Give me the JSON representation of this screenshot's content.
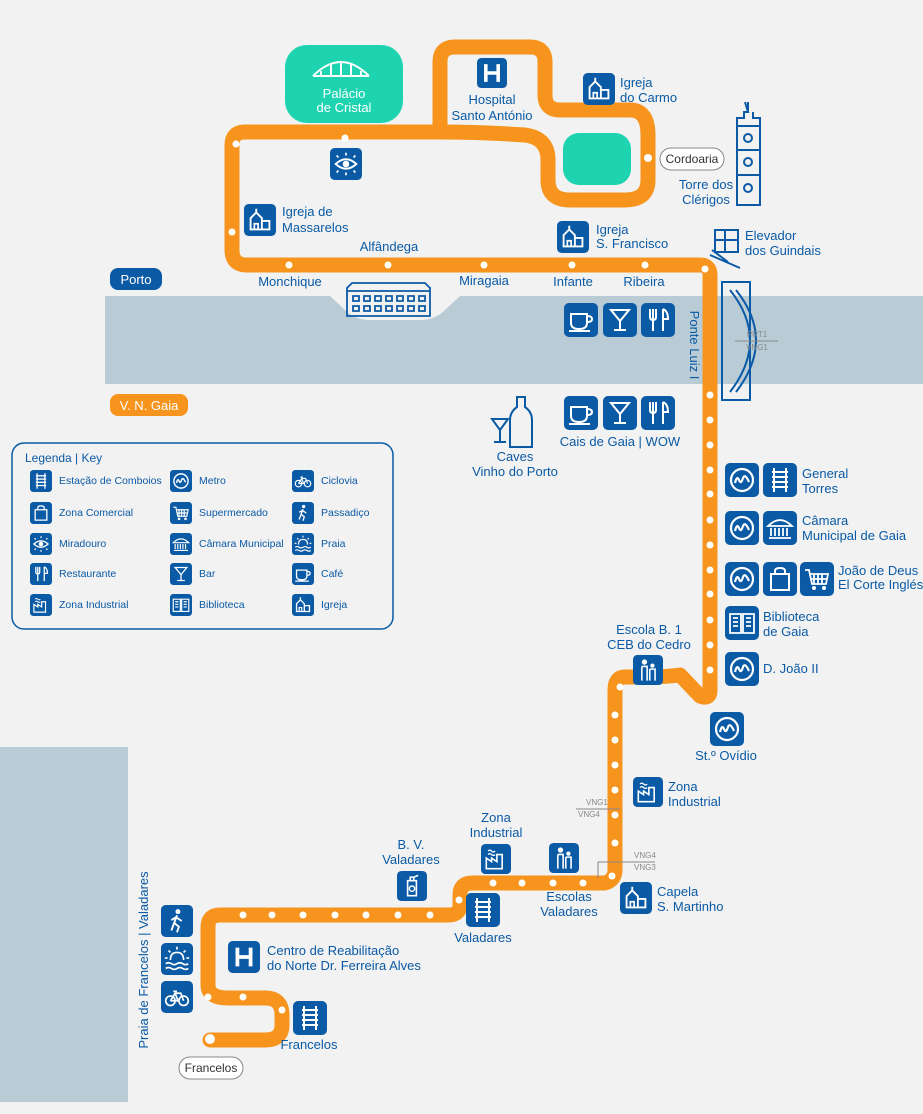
{
  "map": {
    "banks": {
      "north": "Porto",
      "south": "V. N. Gaia"
    },
    "bridge_label": "Ponte Luiz I",
    "route_codes": {
      "prt1": "PRT1",
      "vng1": "VNG1",
      "vng4": "VNG4",
      "vng3": "VNG3"
    },
    "labels": {
      "palacio_l1": "Palácio",
      "palacio_l2": "de Cristal",
      "hospital_l1": "Hospital",
      "hospital_l2": "Santo António",
      "igreja_carmo_l1": "Igreja",
      "igreja_carmo_l2": "do Carmo",
      "cordoaria": "Cordoaria",
      "torre_l1": "Torre dos",
      "torre_l2": "Clérigos",
      "massarelos_l1": "Igreja de",
      "massarelos_l2": "Massarelos",
      "alfandega": "Alfândega",
      "igreja_sf_l1": "Igreja",
      "igreja_sf_l2": "S. Francisco",
      "elevador_l1": "Elevador",
      "elevador_l2": "dos Guindais",
      "monchique": "Monchique",
      "miragaia": "Miragaia",
      "infante": "Infante",
      "ribeira": "Ribeira",
      "caves_l1": "Caves",
      "caves_l2": "Vinho do Porto",
      "cais": "Cais de Gaia | WOW",
      "general_l1": "General",
      "general_l2": "Torres",
      "camara_l1": "Câmara",
      "camara_l2": "Municipal de Gaia",
      "joao_l1": "João de Deus",
      "joao_l2": "El Corte Inglés",
      "biblioteca_l1": "Biblioteca",
      "biblioteca_l2": "de Gaia",
      "djoao": "D. João II",
      "escola_l1": "Escola B. 1",
      "escola_l2": "CEB do Cedro",
      "ovidio": "St.º Ovídio",
      "zona1_l1": "Zona",
      "zona1_l2": "Industrial",
      "zona2_l1": "Zona",
      "zona2_l2": "Industrial",
      "bv_l1": "B. V.",
      "bv_l2": "Valadares",
      "escolas_l1": "Escolas",
      "escolas_l2": "Valadares",
      "capela_l1": "Capela",
      "capela_l2": "S. Martinho",
      "valadares": "Valadares",
      "praia": "Praia de Francelos | Valadares",
      "centro_l1": "Centro de Reabilitação",
      "centro_l2": "do Norte Dr. Ferreira Alves",
      "francelos_station": "Francelos",
      "francelos_end": "Francelos"
    }
  },
  "legend": {
    "title": "Legenda | Key",
    "items": [
      {
        "icon": "train-station-icon",
        "label": "Estação de Comboios"
      },
      {
        "icon": "metro-icon",
        "label": "Metro"
      },
      {
        "icon": "bicycle-icon",
        "label": "Ciclovia"
      },
      {
        "icon": "shopping-bag-icon",
        "label": "Zona Comercial"
      },
      {
        "icon": "cart-icon",
        "label": "Supermercado"
      },
      {
        "icon": "pedestrian-icon",
        "label": "Passadiço"
      },
      {
        "icon": "viewpoint-eye-icon",
        "label": "Miradouro"
      },
      {
        "icon": "townhall-icon",
        "label": "Câmara Municipal"
      },
      {
        "icon": "beach-sun-icon",
        "label": "Praia"
      },
      {
        "icon": "restaurant-icon",
        "label": "Restaurante"
      },
      {
        "icon": "wine-glass-icon",
        "label": "Bar"
      },
      {
        "icon": "coffee-cup-icon",
        "label": "Café"
      },
      {
        "icon": "factory-icon",
        "label": "Zona Industrial"
      },
      {
        "icon": "book-icon",
        "label": "Biblioteca"
      },
      {
        "icon": "church-icon",
        "label": "Igreja"
      }
    ]
  },
  "colors": {
    "route": "#f7941d",
    "blue": "#0a5aa5",
    "teal": "#1dd3b0",
    "river": "#b9ccd6"
  }
}
